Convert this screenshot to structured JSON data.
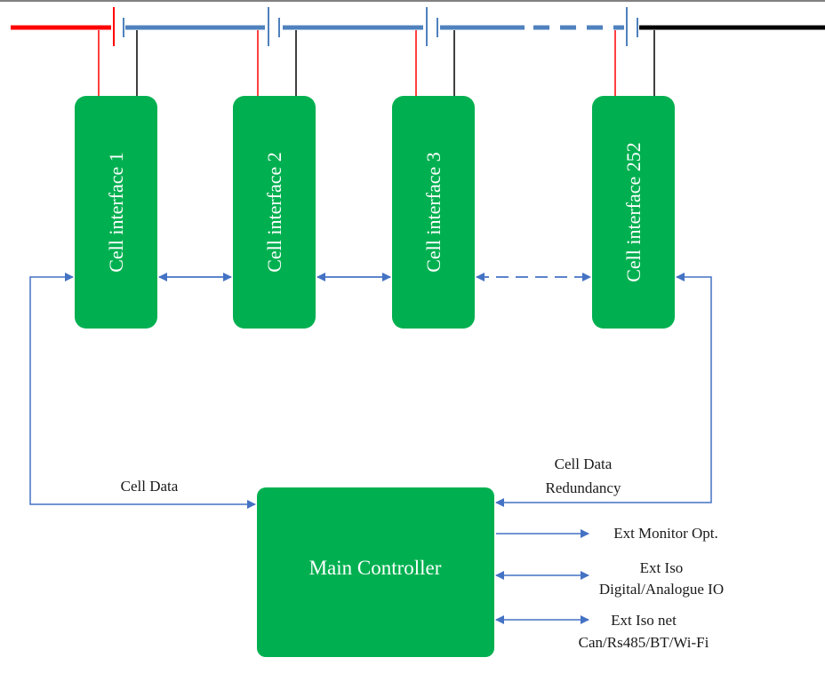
{
  "colors": {
    "module_fill": "#00b050",
    "bus_blue": "#4f81bd",
    "positive_red": "#ff0000",
    "negative_black": "#000000",
    "arrow_blue": "#4472c4"
  },
  "cells": [
    {
      "label": "Cell interface 1"
    },
    {
      "label": "Cell interface 2"
    },
    {
      "label": "Cell interface 3"
    },
    {
      "label": "Cell interface 252"
    }
  ],
  "main_controller": {
    "label": "Main Controller"
  },
  "links": {
    "cell_data": "Cell Data",
    "redundancy_line1": "Cell Data",
    "redundancy_line2": "Redundancy"
  },
  "outputs": [
    {
      "line1": "Ext Monitor Opt.",
      "line2": ""
    },
    {
      "line1": "Ext Iso",
      "line2": "Digital/Analogue IO"
    },
    {
      "line1": "Ext Iso net",
      "line2": "Can/Rs485/BT/Wi-Fi"
    }
  ]
}
